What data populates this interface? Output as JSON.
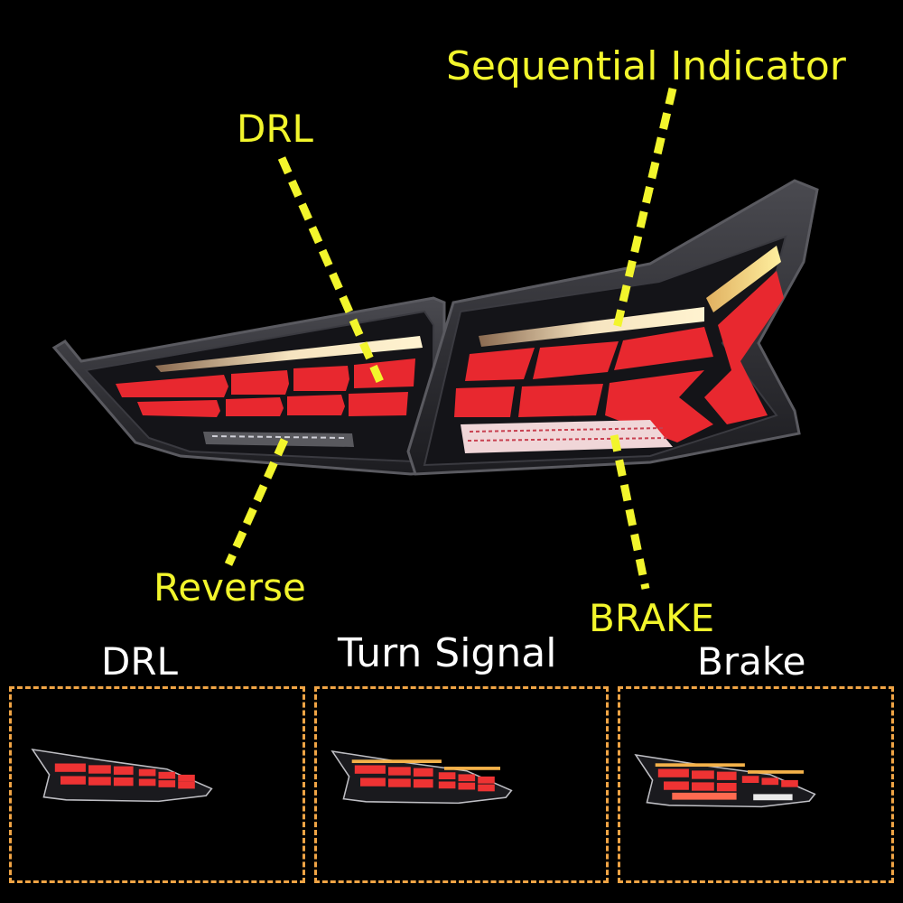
{
  "callouts": {
    "sequential_indicator": "Sequential Indicator",
    "drl": "DRL",
    "reverse": "Reverse",
    "brake": "BRAKE"
  },
  "modes": [
    {
      "caption": "DRL"
    },
    {
      "caption": "Turn Signal"
    },
    {
      "caption": "Brake"
    }
  ],
  "colors": {
    "callout_text": "#f2f52c",
    "caption_text": "#ffffff",
    "panel_border": "#f0a445",
    "lamp_red": "#e8282f",
    "amber": "#f4b24a",
    "housing": "#2a2a2e"
  }
}
